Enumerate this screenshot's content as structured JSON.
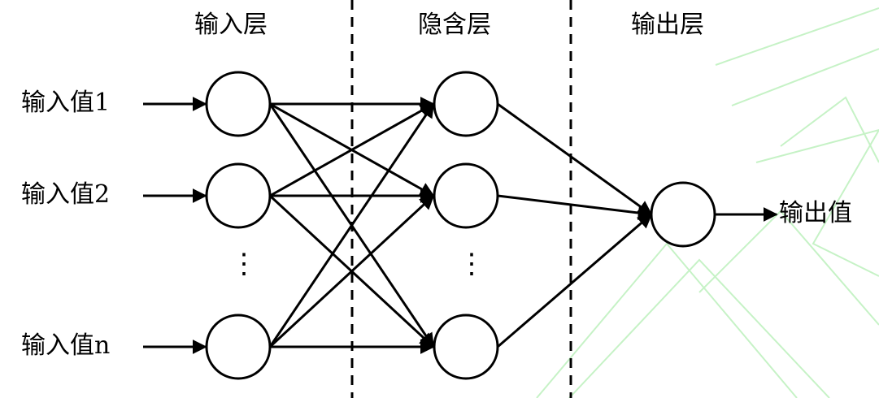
{
  "layers": {
    "input": "输入层",
    "hidden": "隐含层",
    "output": "输出层"
  },
  "inputs": {
    "input_1": "输入值1",
    "input_2": "输入值2",
    "input_n": "输入值n"
  },
  "output_value": "输出值",
  "ellipsis": "⋮",
  "colors": {
    "stroke": "#000000",
    "watermark": "#b8f0b8"
  }
}
